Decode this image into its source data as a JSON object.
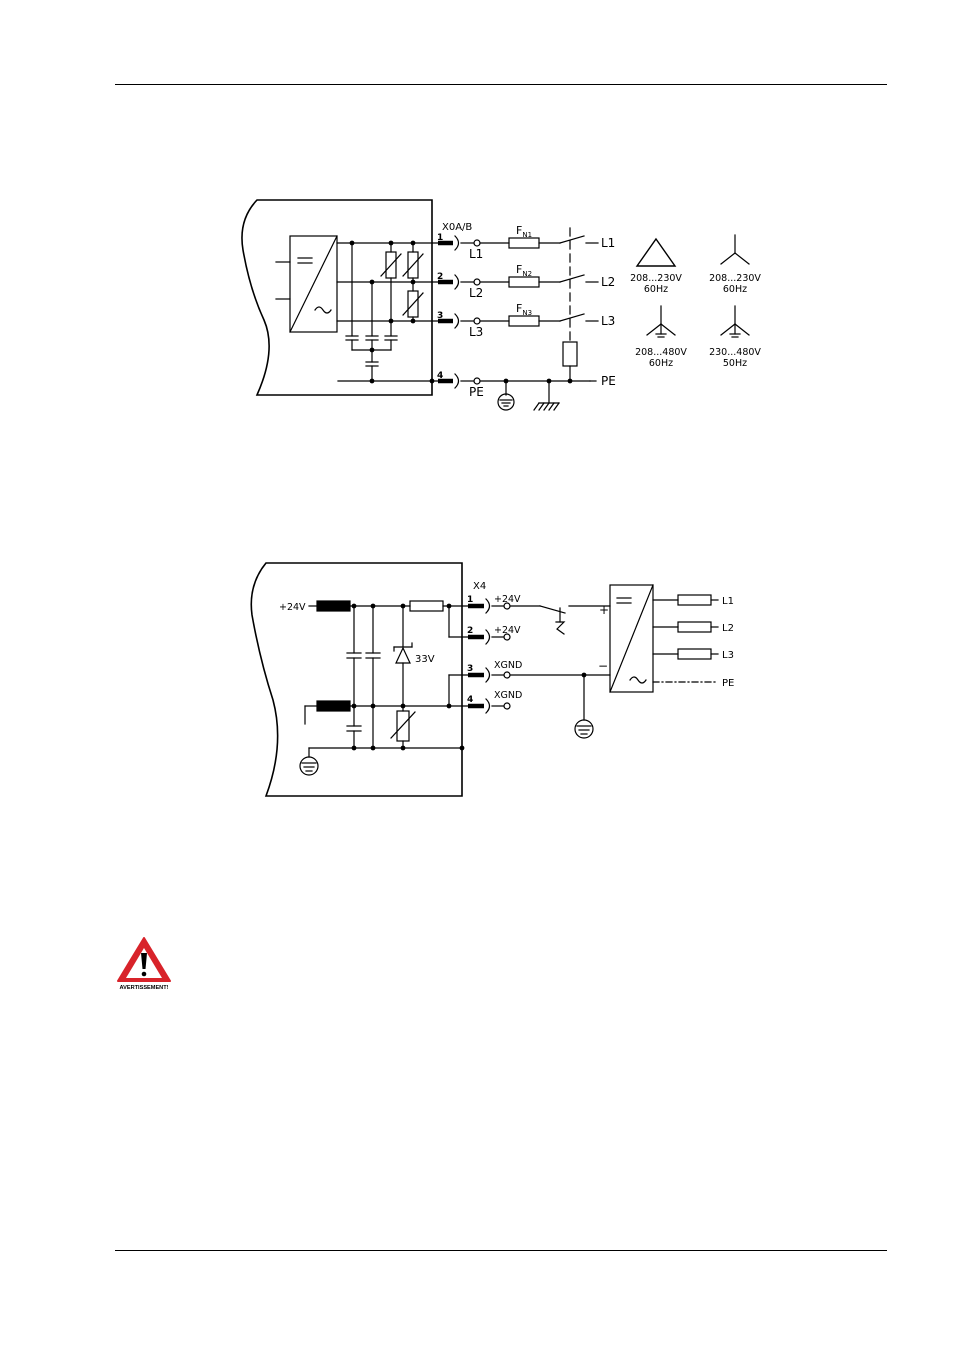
{
  "diagram_main": {
    "connector": "X0A/B",
    "pins": [
      "1",
      "2",
      "3",
      "4"
    ],
    "terminals": [
      "L1",
      "L2",
      "L3",
      "PE"
    ],
    "fuses": [
      {
        "base": "F",
        "sub": "N1"
      },
      {
        "base": "F",
        "sub": "N2"
      },
      {
        "base": "F",
        "sub": "N3"
      }
    ],
    "lines": [
      "L1",
      "L2",
      "L3",
      "PE"
    ],
    "networks": [
      {
        "voltage": "208...230V",
        "freq": "60Hz"
      },
      {
        "voltage": "208...230V",
        "freq": "60Hz"
      },
      {
        "voltage": "208...480V",
        "freq": "60Hz"
      },
      {
        "voltage": "230...480V",
        "freq": "50Hz"
      }
    ]
  },
  "diagram_24v": {
    "connector": "X4",
    "pins": [
      "1",
      "2",
      "3",
      "4"
    ],
    "terminals": [
      "+24V",
      "+24V",
      "XGND",
      "XGND"
    ],
    "input_label": "+24V",
    "zener_label": "33V",
    "psu_lines": [
      "L1",
      "L2",
      "L3",
      "PE"
    ],
    "plus_sign": "+",
    "minus_sign": "−"
  },
  "warning": {
    "label": "AVERTISSEMENT!",
    "accent": "#d8232a"
  }
}
